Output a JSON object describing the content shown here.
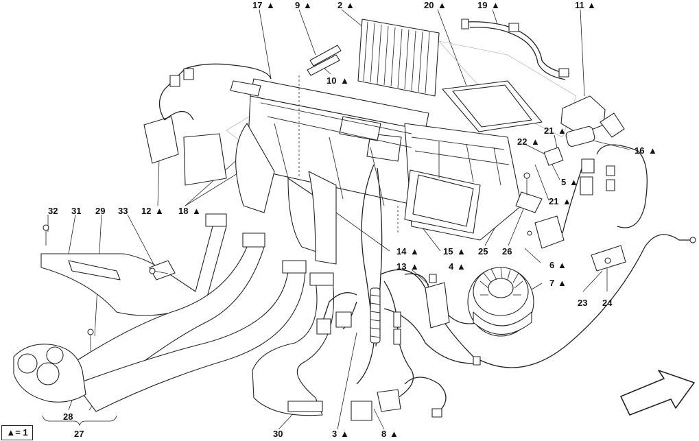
{
  "triangle": "▲",
  "legend": "▲= 1",
  "labels": {
    "l17": "17",
    "l9": "9",
    "l2": "2",
    "l20": "20",
    "l19": "19",
    "l11": "11",
    "l10": "10",
    "l21a": "21",
    "l22": "22",
    "l16": "16",
    "l5": "5",
    "l21b": "21",
    "l32": "32",
    "l31": "31",
    "l29": "29",
    "l33": "33",
    "l12": "12",
    "l18": "18",
    "l14": "14",
    "l15": "15",
    "l25": "25",
    "l26": "26",
    "l13": "13",
    "l4": "4",
    "l6": "6",
    "l7": "7",
    "l23": "23",
    "l24": "24",
    "l28": "28",
    "l27": "27",
    "l30": "30",
    "l3": "3",
    "l8": "8"
  }
}
